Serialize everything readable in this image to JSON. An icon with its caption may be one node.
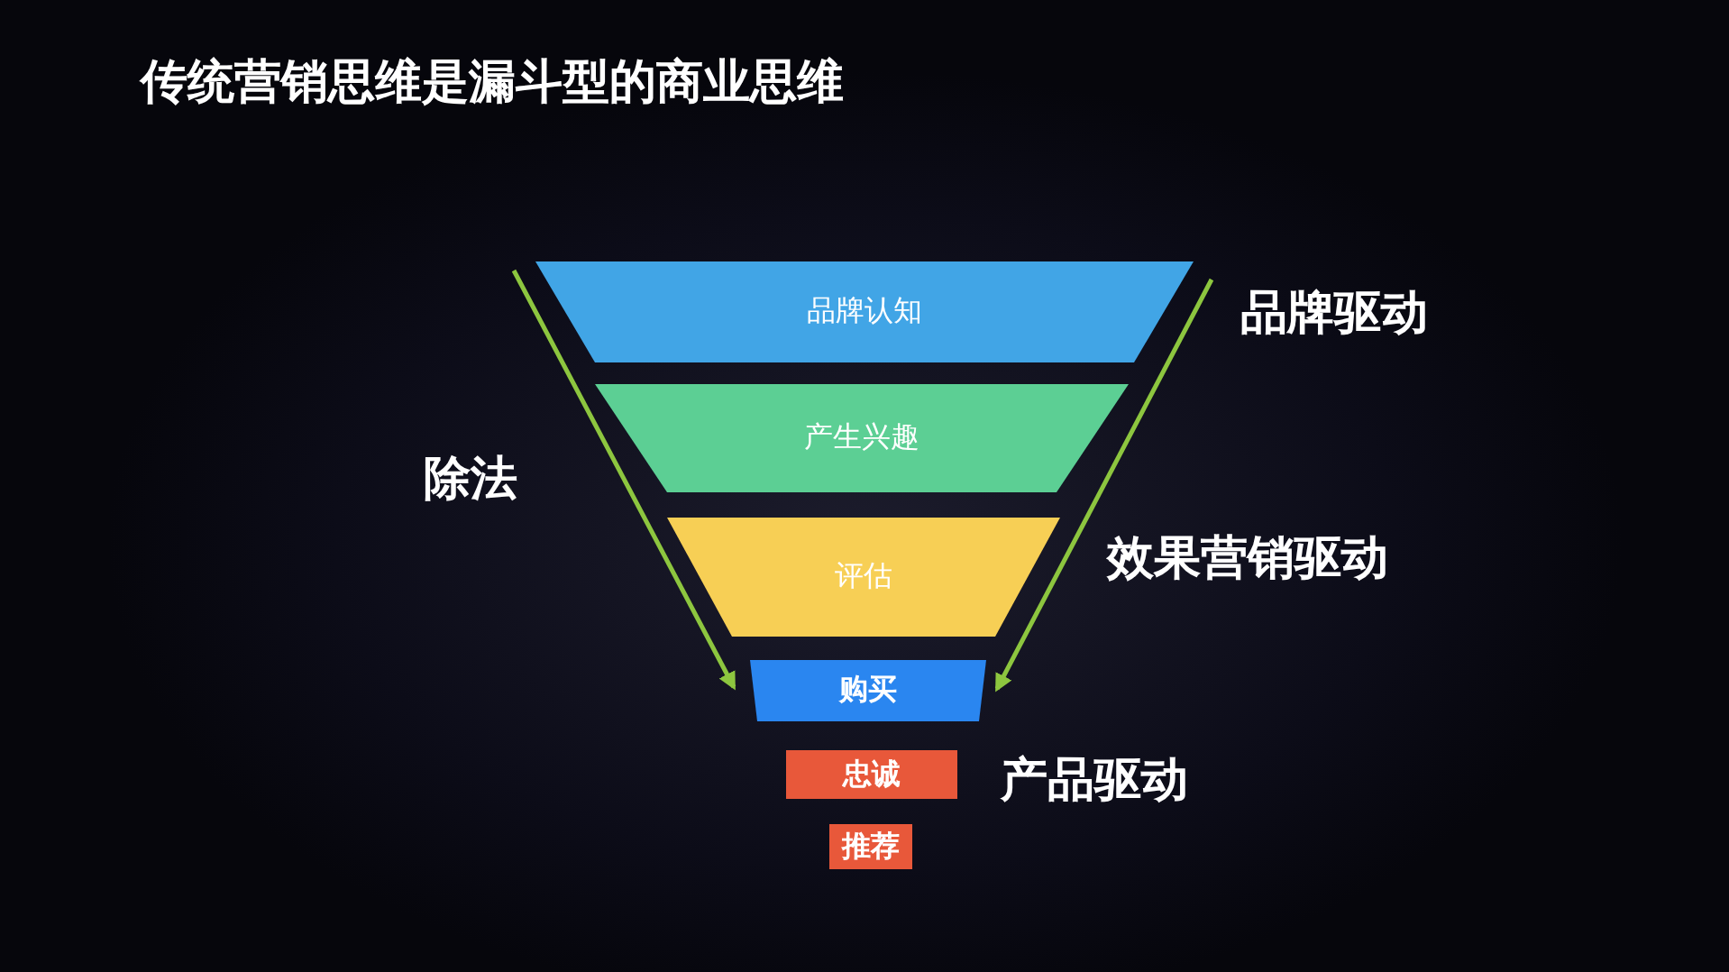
{
  "diagram": {
    "title": "传统营销思维是漏斗型的商业思维",
    "nodes": [
      {
        "text": [
          "品牌认知"
        ]
      },
      {
        "text": [
          "产生兴趣"
        ]
      },
      {
        "text": [
          "评估"
        ]
      },
      {
        "text": [
          "购买"
        ]
      },
      {
        "text": [
          "忠诚"
        ]
      },
      {
        "text": [
          "推荐"
        ]
      }
    ],
    "labels": [
      "品牌驱动",
      "除法",
      "效果营销驱动",
      "产品驱动"
    ]
  }
}
